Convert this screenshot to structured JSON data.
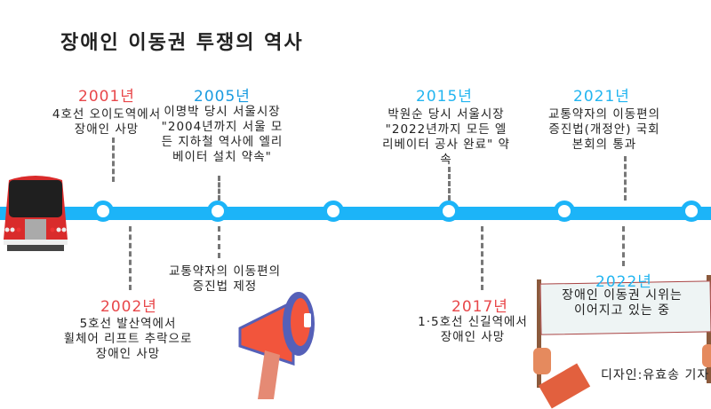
{
  "title": "장애인 이동권 투쟁의 역사",
  "events": {
    "e2001": {
      "year": "2001년",
      "text1": "4호선 오이도역에서",
      "text2": "장애인 사망"
    },
    "e2002": {
      "year": "2002년",
      "text1": "5호선 발산역에서",
      "text2": "휠체어 리프트 추락으로",
      "text3": "장애인 사망"
    },
    "e2005": {
      "year": "2005년",
      "text1": "이명박 당시 서울시장",
      "text2": "\"2004년까지 서울 모",
      "text3": "든 지하철 역사에 엘리",
      "text4": "베이터 설치 약속\""
    },
    "e2005b": {
      "text1": "교통약자의 이동편의",
      "text2": "증진법 제정"
    },
    "e2015": {
      "year": "2015년",
      "text1": "박원순 당시 서울시장",
      "text2": "\"2022년까지 모든 엘",
      "text3": "리베이터 공사 완료\" 약",
      "text4": "속"
    },
    "e2017": {
      "year": "2017년",
      "text1": "1·5호선 신길역에서",
      "text2": "장애인 사망"
    },
    "e2021": {
      "year": "2021년",
      "text1": "교통약자의 이동편의",
      "text2": "증진법(개정안) 국회",
      "text3": "본회의 통과"
    },
    "e2022": {
      "year": "2022년",
      "text1": "장애인 이동권 시위는",
      "text2": "이어지고 있는 중"
    }
  },
  "credit": "디자인:유효송 기자",
  "colors": {
    "line": "#1cb4f8",
    "red_year": "#e8474a",
    "blue_year": "#22b5f0"
  }
}
